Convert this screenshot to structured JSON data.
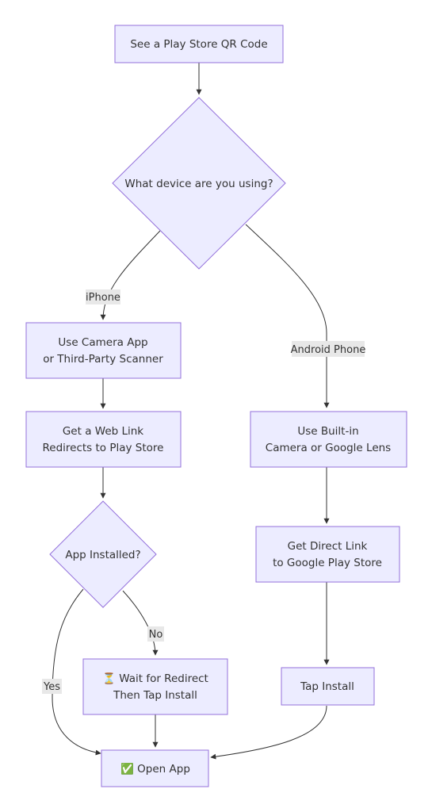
{
  "colors": {
    "node_fill": "#ececff",
    "node_stroke": "#9370db",
    "edge": "#333333",
    "text": "#333333",
    "edge_label_bg": "#e8e8e8"
  },
  "nodes": {
    "start": {
      "lines": [
        "See a Play Store QR Code"
      ]
    },
    "device": {
      "lines": [
        "What device are you using?"
      ]
    },
    "iphone_scan": {
      "lines": [
        "Use Camera App",
        "or Third-Party Scanner"
      ]
    },
    "web_link": {
      "lines": [
        "Get a Web Link",
        "Redirects to Play Store"
      ]
    },
    "installed": {
      "lines": [
        "App Installed?"
      ]
    },
    "wait": {
      "icon": "hourglass-icon",
      "lines": [
        "⏳ Wait for Redirect",
        "Then Tap Install"
      ]
    },
    "open": {
      "icon": "check-mark-icon",
      "lines": [
        "✅ Open App"
      ]
    },
    "android_scan": {
      "lines": [
        "Use Built-in",
        "Camera or Google Lens"
      ]
    },
    "direct_link": {
      "lines": [
        "Get Direct Link",
        "to Google Play Store"
      ]
    },
    "tap_install": {
      "lines": [
        "Tap Install"
      ]
    }
  },
  "edge_labels": {
    "iphone": "iPhone",
    "android": "Android Phone",
    "no": "No",
    "yes": "Yes"
  }
}
